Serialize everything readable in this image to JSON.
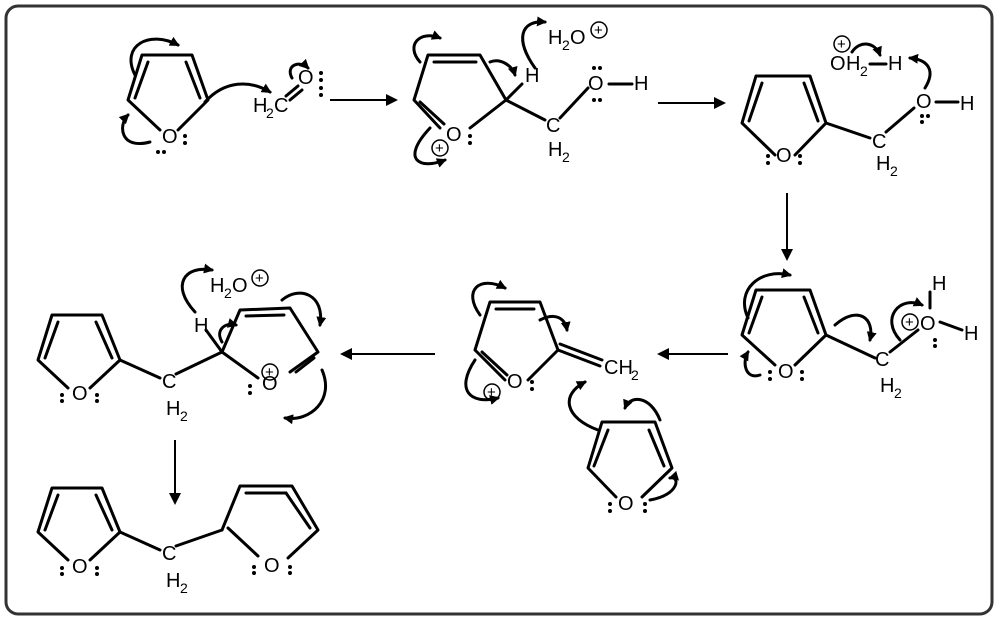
{
  "atoms": {
    "O": "O",
    "C": "C",
    "H": "H",
    "H2": "H",
    "sub2": "2",
    "plus": "+",
    "CH": "CH"
  },
  "colors": {
    "ink": "#000000",
    "frame": "#333333",
    "background": "#ffffff"
  },
  "molecules": [
    "furan",
    "formaldehyde",
    "oxocarbenium-adduct",
    "hydronium",
    "furfuryl-alcohol",
    "protonated-furfuryl-alcohol",
    "exomethylene-cation",
    "second-furan",
    "dimer-cation",
    "difurylmethane"
  ]
}
